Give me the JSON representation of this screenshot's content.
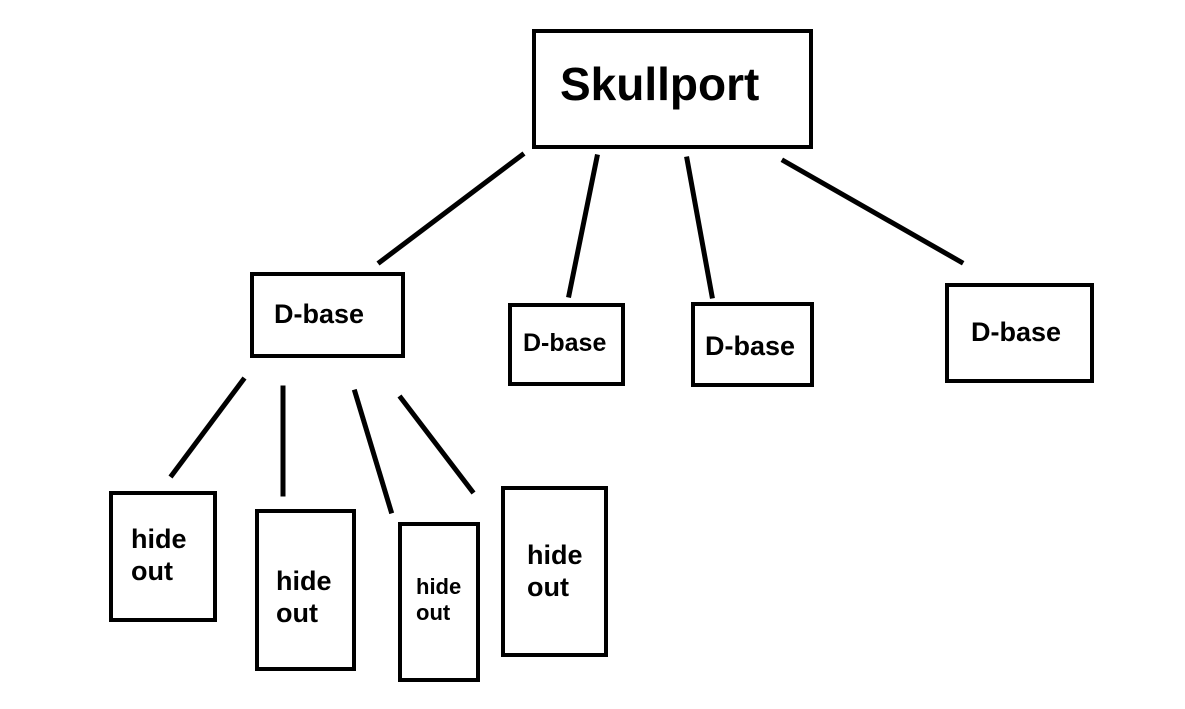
{
  "diagram": {
    "root": {
      "label": "Skullport"
    },
    "bases": [
      {
        "label": "D-base"
      },
      {
        "label": "D-base"
      },
      {
        "label": "D-base"
      },
      {
        "label": "D-base"
      }
    ],
    "hideouts": [
      {
        "label": "hide\nout"
      },
      {
        "label": "hide\nout"
      },
      {
        "label": "hide\nout"
      },
      {
        "label": "hide\nout"
      }
    ],
    "line_color": "#000000",
    "box_border_color": "#000000",
    "background": "#ffffff"
  }
}
